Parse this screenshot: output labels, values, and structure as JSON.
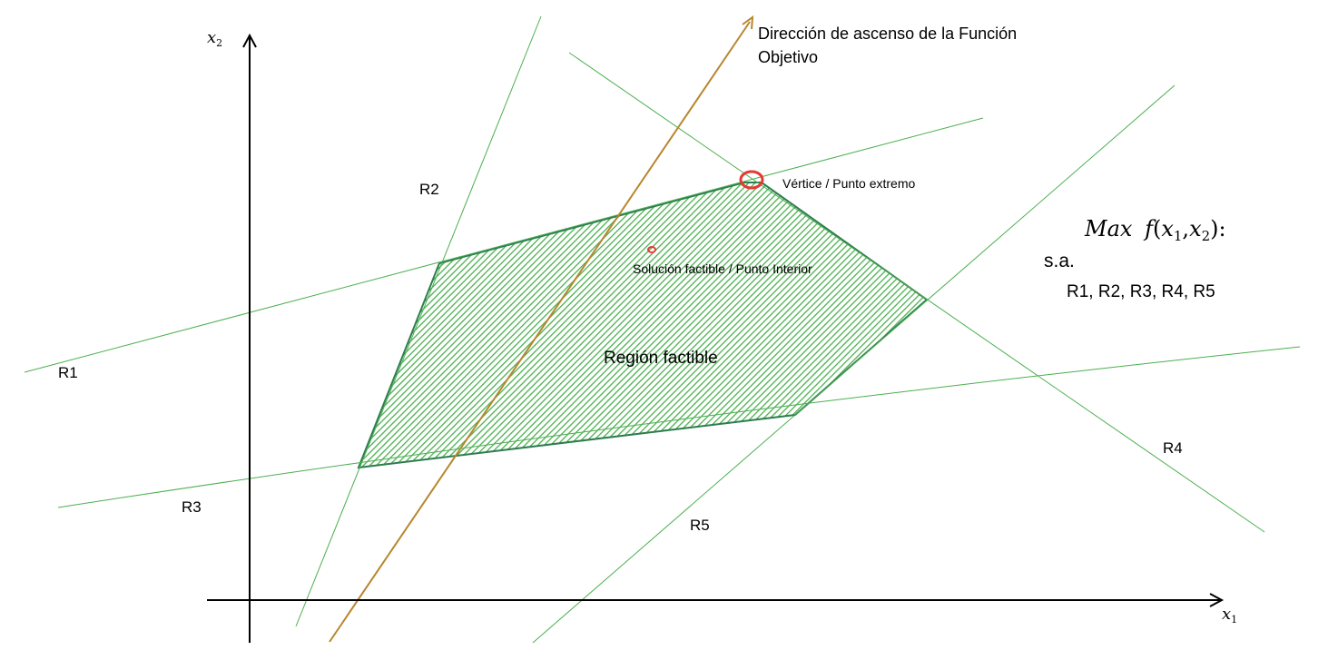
{
  "axes": {
    "x_label": "x",
    "x_sub": "1",
    "y_label": "x",
    "y_sub": "2"
  },
  "constraints": {
    "r1": "R1",
    "r2": "R2",
    "r3": "R3",
    "r4": "R4",
    "r5": "R5"
  },
  "labels": {
    "direction_line1": "Dirección de ascenso de la Función",
    "direction_line2": "Objetivo",
    "vertex": "Vértice / Punto extremo",
    "interior": "Solución factible / Punto Interior",
    "region": "Región factible"
  },
  "model": {
    "objective_max": "Max",
    "objective_f": "f",
    "objective_open": "(",
    "objective_x1": "x",
    "objective_sub1": "1",
    "objective_comma": ",",
    "objective_x2": "x",
    "objective_sub2": "2",
    "objective_close": "):",
    "subject_to": "s.a.",
    "constraint_list": "R1, R2, R3, R4, R5"
  },
  "colors": {
    "constraint_line": "#4caf50",
    "region_border": "#2e7d4f",
    "region_hatch": "#4caf50",
    "direction_arrow": "#b8862d",
    "marker": "#e53935",
    "axis": "#000000"
  }
}
